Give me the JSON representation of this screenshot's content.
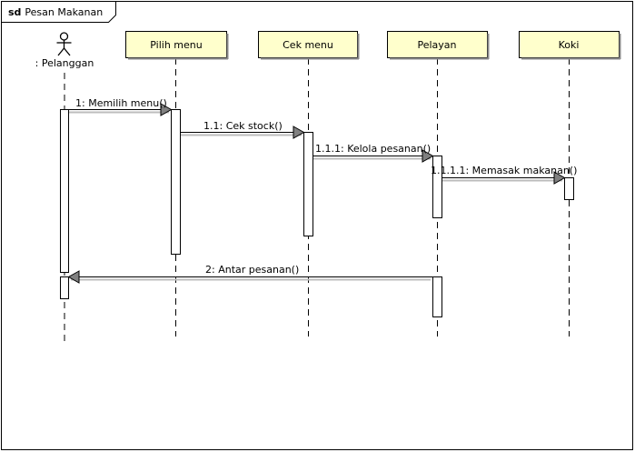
{
  "frame": {
    "keyword": "sd",
    "name": "Pesan Makanan"
  },
  "lifelines": [
    {
      "id": "pelanggan",
      "label": ": Pelanggan",
      "kind": "actor"
    },
    {
      "id": "pilih_menu",
      "label": "Pilih menu",
      "kind": "object"
    },
    {
      "id": "cek_menu",
      "label": "Cek menu",
      "kind": "object"
    },
    {
      "id": "pelayan",
      "label": "Pelayan",
      "kind": "object"
    },
    {
      "id": "koki",
      "label": "Koki",
      "kind": "object"
    }
  ],
  "messages": [
    {
      "label": "1: Memilih menu()",
      "from": "pelanggan",
      "to": "pilih_menu",
      "type": "call"
    },
    {
      "label": "1.1: Cek stock()",
      "from": "pilih_menu",
      "to": "cek_menu",
      "type": "call"
    },
    {
      "label": "1.1.1: Kelola pesanan()",
      "from": "cek_menu",
      "to": "pelayan",
      "type": "call"
    },
    {
      "label": "1.1.1.1: Memasak makanan()",
      "from": "pelayan",
      "to": "koki",
      "type": "call"
    },
    {
      "label": "2: Antar pesanan()",
      "from": "pelayan",
      "to": "pelanggan",
      "type": "call"
    }
  ],
  "colors": {
    "object_fill": "#ffffcc",
    "object_border": "#000000",
    "frame_border": "#000000",
    "activation_fill": "#ffffff",
    "arrowhead_fill": "#808080"
  }
}
